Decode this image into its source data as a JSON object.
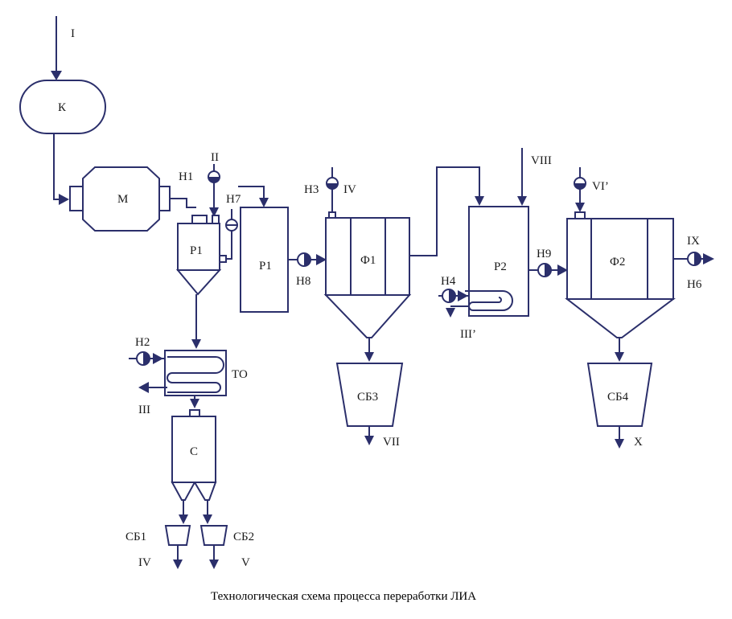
{
  "caption": "Технологическая схема процесса переработки ЛИА",
  "colors": {
    "line": "#2b2f6b",
    "text": "#1a1a1a"
  },
  "equipment": {
    "K": "К",
    "M": "М",
    "P1_small": "Р1",
    "P1_tall": "Р1",
    "TO": "ТО",
    "C": "С",
    "SB1": "СБ1",
    "SB2": "СБ2",
    "F1": "Ф1",
    "SB3": "СБ3",
    "P2": "Р2",
    "F2": "Ф2",
    "SB4": "СБ4"
  },
  "pumps": {
    "H1": "Н1",
    "H2": "Н2",
    "H3": "Н3",
    "H4": "Н4",
    "H6": "Н6",
    "H7": "Н7",
    "H8": "Н8",
    "H9": "Н9"
  },
  "streams": {
    "I": "I",
    "II": "II",
    "III": "III",
    "III_prime": "III’",
    "IV_top": "IV",
    "IV_bottom": "IV",
    "V": "V",
    "VI_prime": "VI’",
    "VII": "VII",
    "VIII": "VIII",
    "IX": "IX",
    "X": "X"
  }
}
